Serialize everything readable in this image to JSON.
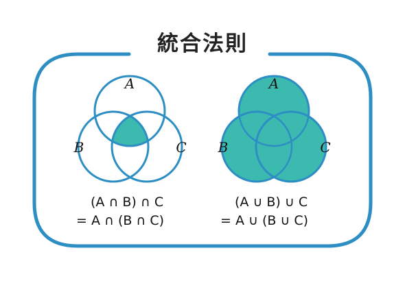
{
  "title": "統合法則",
  "colors": {
    "frame": "#2d8ec4",
    "circle_stroke": "#2d8ec4",
    "fill": "#3dbab0",
    "text": "#111111"
  },
  "diagrams": [
    {
      "name": "intersection",
      "labels": [
        "A",
        "B",
        "C"
      ],
      "formula_line1": "(A ∩ B) ∩ C",
      "formula_line2": "= A ∩ (B ∩ C)"
    },
    {
      "name": "union",
      "labels": [
        "A",
        "B",
        "C"
      ],
      "formula_line1": "(A ∪ B) ∪ C",
      "formula_line2": "= A ∪ (B ∪ C)"
    }
  ]
}
